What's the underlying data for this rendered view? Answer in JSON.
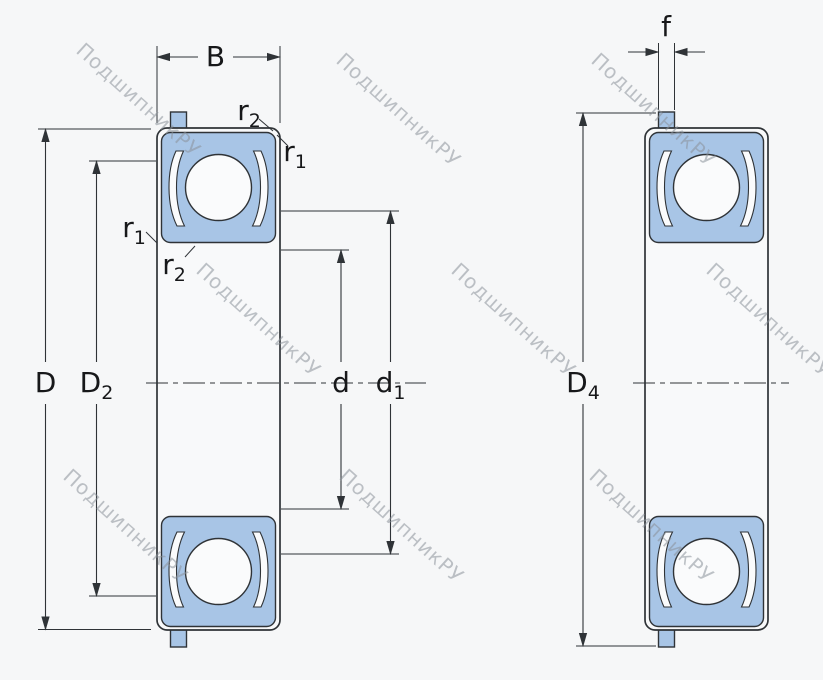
{
  "colors": {
    "background": "#f6f7f8",
    "bearing_fill": "#a8c5e6",
    "line": "#2f3337",
    "watermark": "#8b929a",
    "label": "#17181a"
  },
  "watermark": {
    "text": "ПодшипникРУ"
  },
  "left_view": {
    "B": {
      "main": "B",
      "sub": ""
    },
    "r2_top": {
      "main": "r",
      "sub": "2"
    },
    "r1_top": {
      "main": "r",
      "sub": "1"
    },
    "r1_side": {
      "main": "r",
      "sub": "1"
    },
    "r2_side": {
      "main": "r",
      "sub": "2"
    },
    "D": {
      "main": "D",
      "sub": ""
    },
    "D2": {
      "main": "D",
      "sub": "2"
    },
    "d": {
      "main": "d",
      "sub": ""
    },
    "d1": {
      "main": "d",
      "sub": "1"
    }
  },
  "right_view": {
    "f": {
      "main": "f",
      "sub": ""
    },
    "D4": {
      "main": "D",
      "sub": "4"
    }
  }
}
